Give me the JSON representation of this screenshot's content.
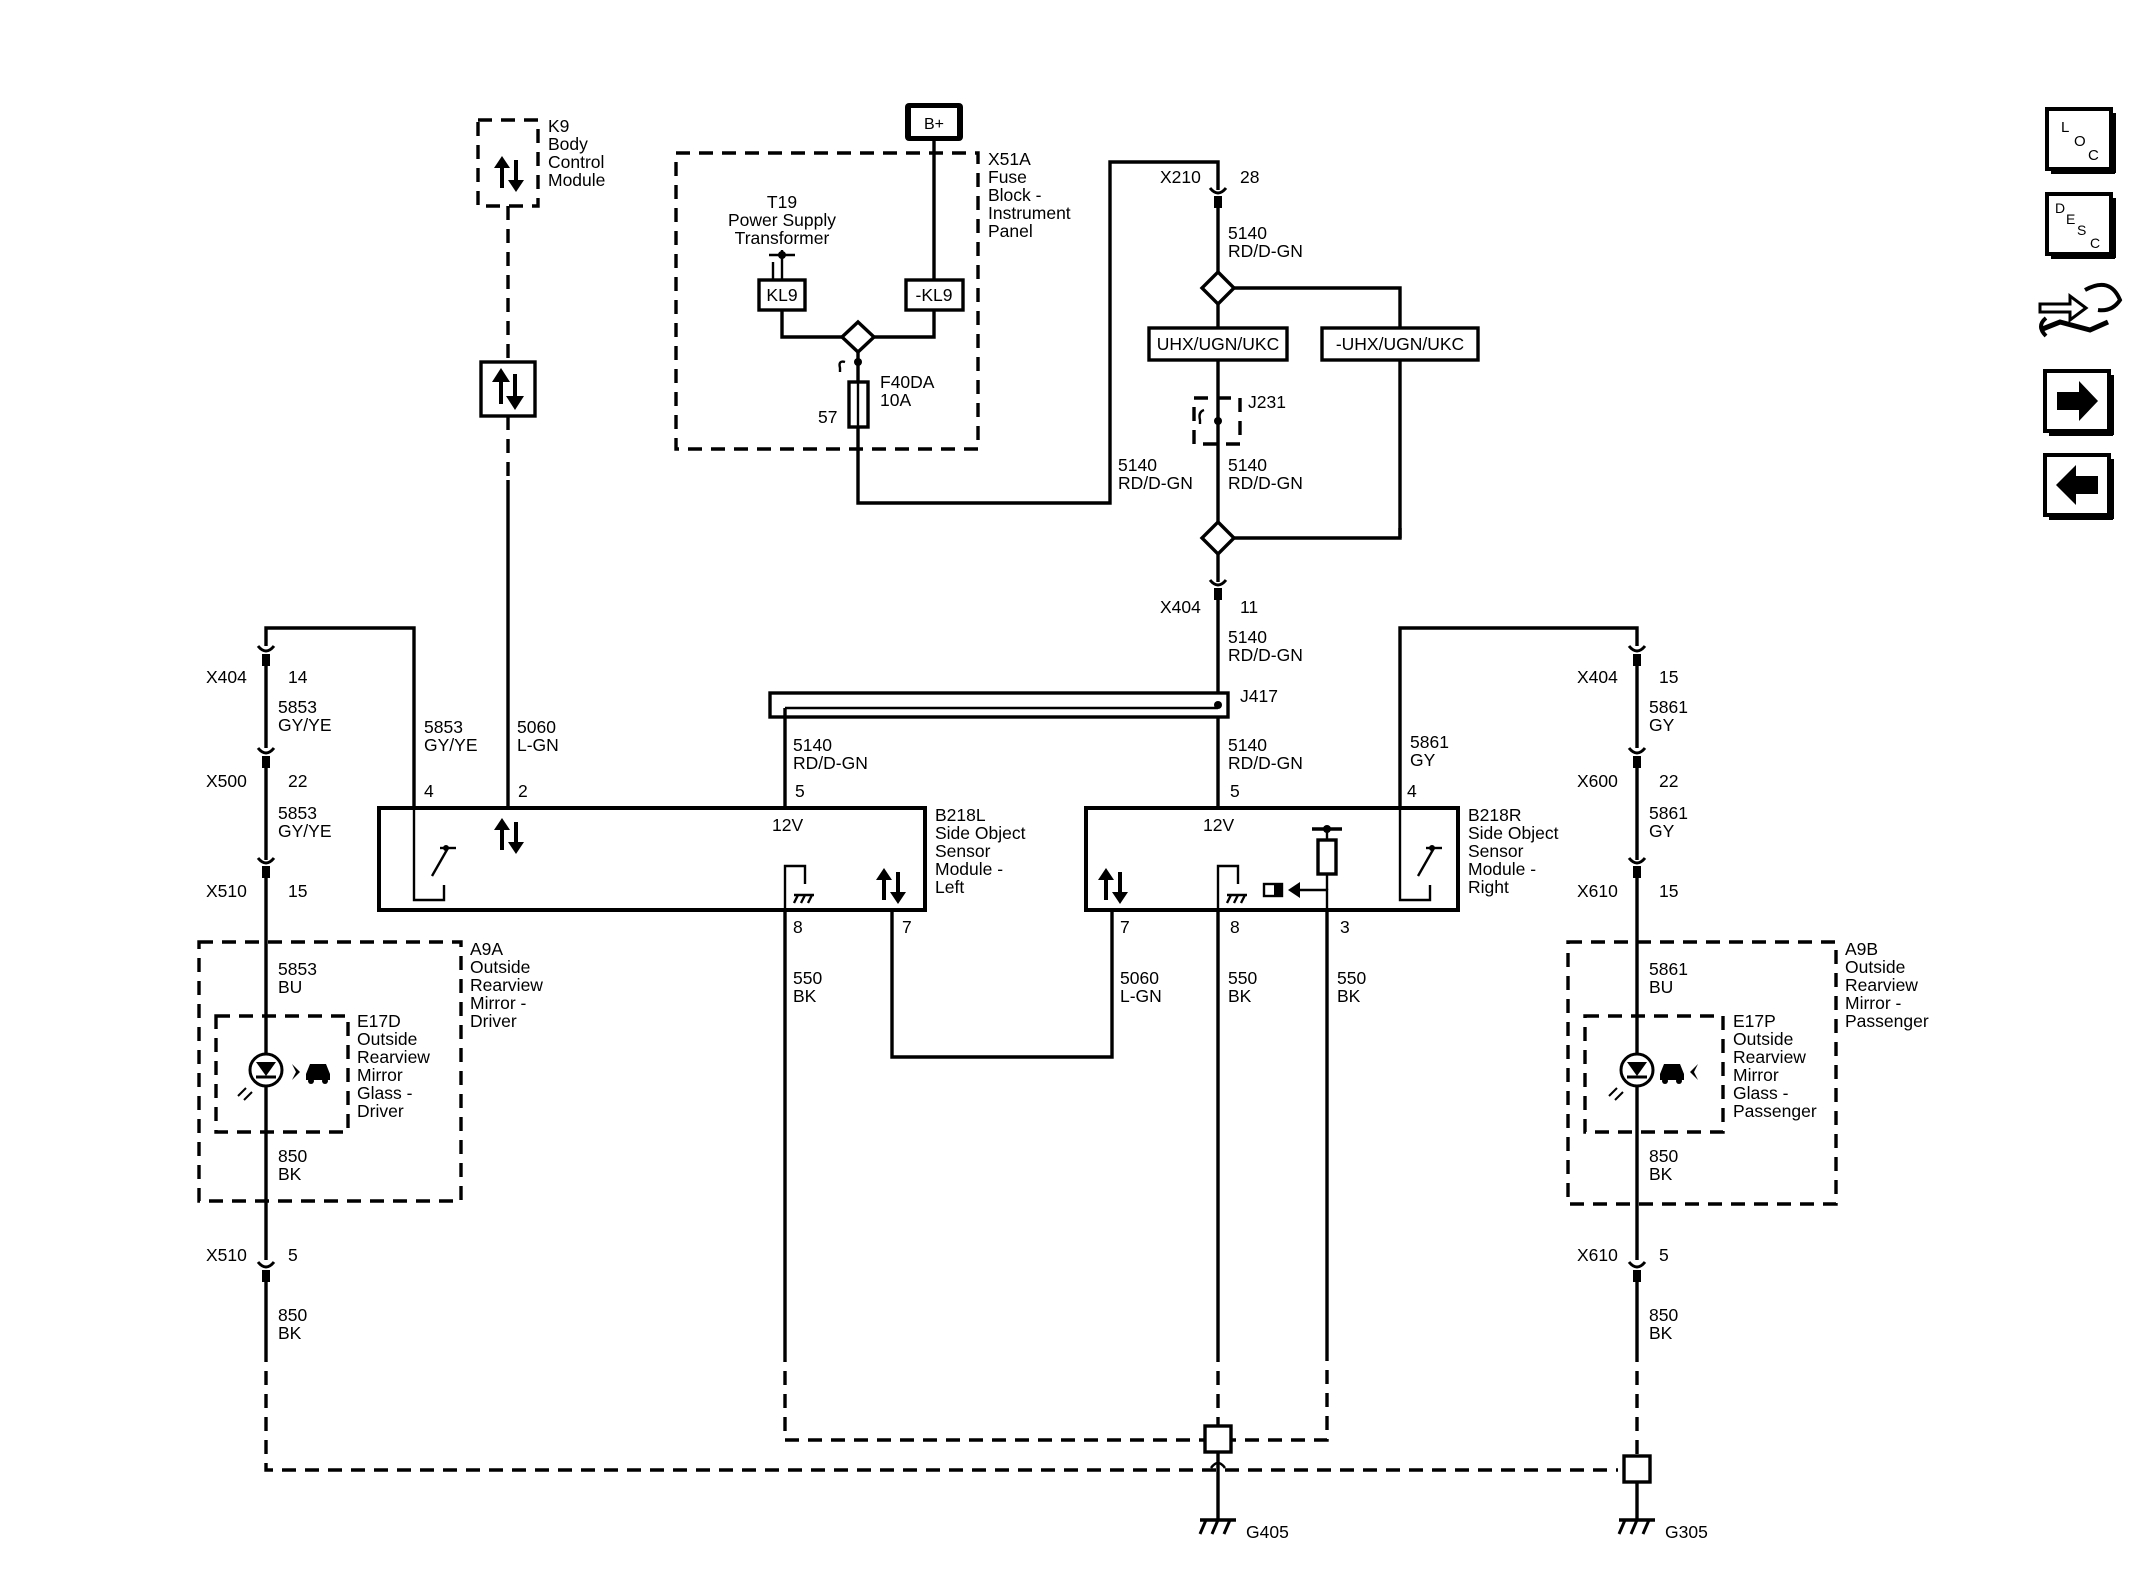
{
  "nav": {
    "loc": {
      "l1": "L",
      "l2": "O",
      "l3": "C"
    },
    "desc": {
      "l1": "D",
      "l2": "E",
      "l3": "S",
      "l4": "C"
    },
    "connector_icon": "connector-wrench-icon",
    "next_icon": "arrow-right-icon",
    "prev_icon": "arrow-left-icon"
  },
  "battery": {
    "label": "B+"
  },
  "k9": {
    "id": "K9",
    "lines": [
      "Body",
      "Control",
      "Module"
    ]
  },
  "x51a": {
    "id": "X51A",
    "lines": [
      "Fuse",
      "Block -",
      "Instrument",
      "Panel"
    ]
  },
  "t19": {
    "id": "T19",
    "lines": [
      "Power Supply",
      "Transformer"
    ]
  },
  "kl9": "KL9",
  "not_kl9": "-KL9",
  "fuse": {
    "id": "F40DA",
    "rating": "10A",
    "pin": "57"
  },
  "x210": {
    "id": "X210",
    "pin": "28"
  },
  "wire_5140": {
    "circuit": "5140",
    "color": "RD/D-GN"
  },
  "options": {
    "a": "UHX/UGN/UKC",
    "b": "-UHX/UGN/UKC"
  },
  "j231": "J231",
  "x404_11": {
    "id": "X404",
    "pin": "11"
  },
  "j417": "J417",
  "left_chain": {
    "x404": {
      "id": "X404",
      "pin": "14"
    },
    "w5853_a": {
      "circuit": "5853",
      "color": "GY/YE"
    },
    "x500": {
      "id": "X500",
      "pin": "22"
    },
    "w5853_b": {
      "circuit": "5853",
      "color": "GY/YE"
    },
    "x510": {
      "id": "X510",
      "pin": "15"
    },
    "w5853_bu": {
      "circuit": "5853",
      "color": "BU"
    },
    "w850": {
      "circuit": "850",
      "color": "BK"
    },
    "x510_5": {
      "id": "X510",
      "pin": "5"
    },
    "w850_b": {
      "circuit": "850",
      "color": "BK"
    }
  },
  "right_chain": {
    "x404": {
      "id": "X404",
      "pin": "15"
    },
    "w5861_a": {
      "circuit": "5861",
      "color": "GY"
    },
    "x600": {
      "id": "X600",
      "pin": "22"
    },
    "w5861_b": {
      "circuit": "5861",
      "color": "GY"
    },
    "x610": {
      "id": "X610",
      "pin": "15"
    },
    "w5861_bu": {
      "circuit": "5861",
      "color": "BU"
    },
    "w850": {
      "circuit": "850",
      "color": "BK"
    },
    "x610_5": {
      "id": "X610",
      "pin": "5"
    },
    "w850_b": {
      "circuit": "850",
      "color": "BK"
    }
  },
  "w5853_mod": {
    "circuit": "5853",
    "color": "GY/YE"
  },
  "w5060_mod": {
    "circuit": "5060",
    "color": "L-GN"
  },
  "w5861_mod": {
    "circuit": "5861",
    "color": "GY"
  },
  "b218l": {
    "id": "B218L",
    "lines": [
      "Side Object",
      "Sensor",
      "Module -",
      "Left"
    ],
    "v": "12V",
    "pins": {
      "p4": "4",
      "p2": "2",
      "p5": "5",
      "p8": "8",
      "p7": "7"
    }
  },
  "b218r": {
    "id": "B218R",
    "lines": [
      "Side Object",
      "Sensor",
      "Module -",
      "Right"
    ],
    "v": "12V",
    "pins": {
      "p5": "5",
      "p4": "4",
      "p7": "7",
      "p8": "8",
      "p3": "3"
    }
  },
  "w550": {
    "circuit": "550",
    "color": "BK"
  },
  "w5060_bot": {
    "circuit": "5060",
    "color": "L-GN"
  },
  "a9a": {
    "id": "A9A",
    "lines": [
      "Outside",
      "Rearview",
      "Mirror -",
      "Driver"
    ]
  },
  "e17d": {
    "id": "E17D",
    "lines": [
      "Outside",
      "Rearview",
      "Mirror",
      "Glass -",
      "Driver"
    ]
  },
  "a9b": {
    "id": "A9B",
    "lines": [
      "Outside",
      "Rearview",
      "Mirror -",
      "Passenger"
    ]
  },
  "e17p": {
    "id": "E17P",
    "lines": [
      "Outside",
      "Rearview",
      "Mirror",
      "Glass -",
      "Passenger"
    ]
  },
  "g405": "G405",
  "g305": "G305"
}
